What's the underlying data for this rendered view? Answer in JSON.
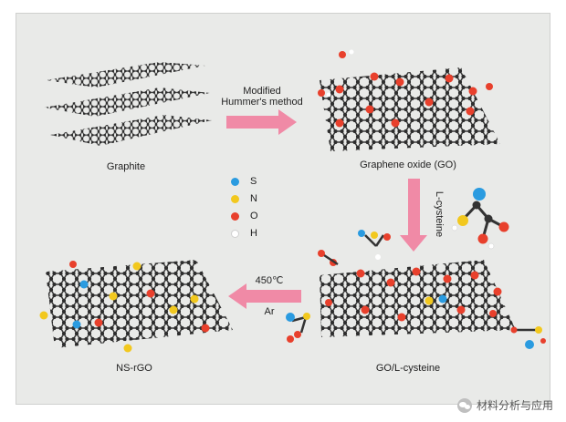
{
  "labels": {
    "graphite": "Graphite",
    "go": "Graphene  oxide (GO)",
    "go_lcys": "GO/L-cysteine",
    "nsrgo": "NS-rGO"
  },
  "arrows": {
    "step1_line1": "Modified",
    "step1_line2": "Hummer's method",
    "step2": "L-cysteine",
    "step3_temp": "450℃",
    "step3_gas": "Ar"
  },
  "legend": [
    {
      "symbol": "S",
      "color": "#2a9be0"
    },
    {
      "symbol": "N",
      "color": "#f2c81e"
    },
    {
      "symbol": "O",
      "color": "#e8402c"
    },
    {
      "symbol": "H",
      "color": "#ffffff"
    }
  ],
  "watermark": "材料分析与应用",
  "colors": {
    "arrow": "#f08aa6",
    "carbon": "#3a3a3a",
    "panel": "#e9eae8"
  }
}
